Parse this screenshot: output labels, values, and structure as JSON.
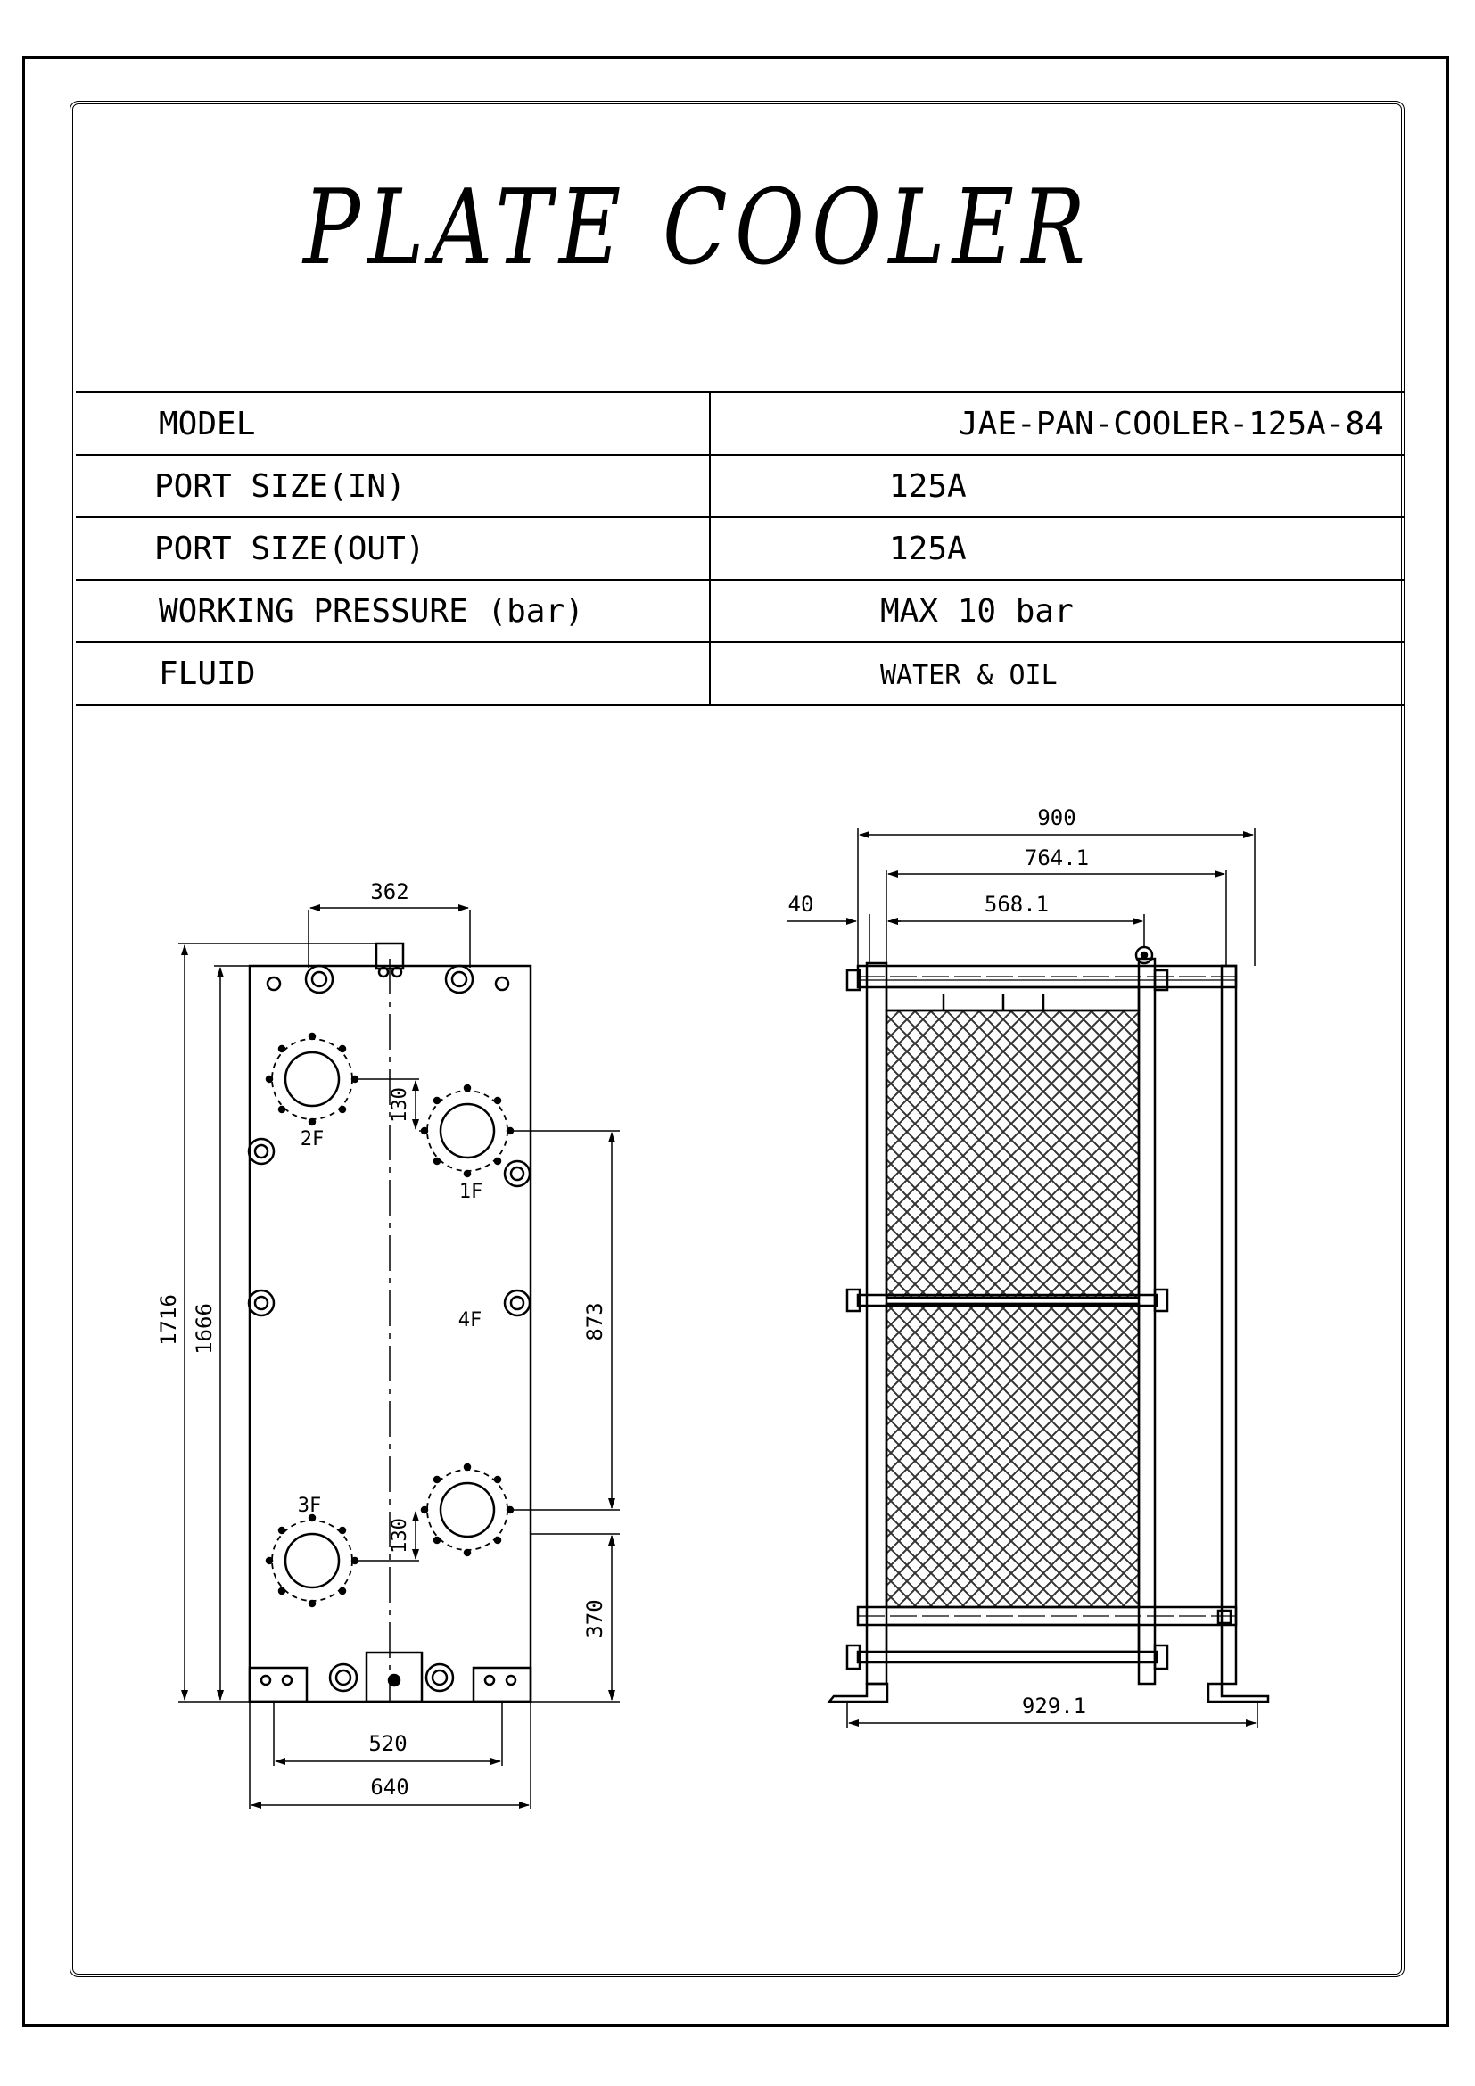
{
  "title": "PLATE COOLER",
  "specs": [
    {
      "label": "MODEL",
      "value": "JAE-PAN-COOLER-125A-84"
    },
    {
      "label": "PORT SIZE(IN)",
      "value": "125A"
    },
    {
      "label": "PORT SIZE(OUT)",
      "value": "125A"
    },
    {
      "label": "WORKING PRESSURE (bar)",
      "value": "MAX 10 bar"
    },
    {
      "label": "FLUID",
      "value": "WATER & OIL"
    }
  ],
  "front_view": {
    "dims": {
      "top_span": "362",
      "height_overall": "1716",
      "height_plate": "1666",
      "port_offset_top": "130",
      "port_offset_bottom": "130",
      "port_spacing": "873",
      "bottom_to_port": "370",
      "foot_span": "520",
      "width": "640"
    },
    "ports": {
      "p1": "1F",
      "p2": "2F",
      "p3": "3F",
      "p4": "4F"
    }
  },
  "side_view": {
    "dims": {
      "overall_width": "900",
      "bar_length": "764.1",
      "pack_length": "568.1",
      "frame_offset": "40",
      "base_length": "929.1"
    }
  },
  "colors": {
    "line": "#000000",
    "hatch": "#333333",
    "background": "#ffffff"
  }
}
